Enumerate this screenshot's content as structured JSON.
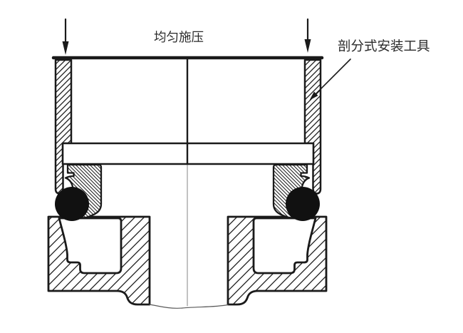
{
  "figure": {
    "kind": "engineering-cross-section-diagram",
    "annotations": {
      "pressure_label": "均匀施压",
      "tool_label": "剖分式安装工具"
    },
    "icons": {
      "pressure_arrow_left": "down-arrow",
      "pressure_arrow_right": "down-arrow",
      "tool_leader_arrow": "down-left-arrow"
    },
    "colors": {
      "line": "#1a1a1a",
      "centerline": "#8f8f8f",
      "break_line": "#5a5a5a",
      "oring_fill": "#111111",
      "background": "#ffffff"
    }
  }
}
